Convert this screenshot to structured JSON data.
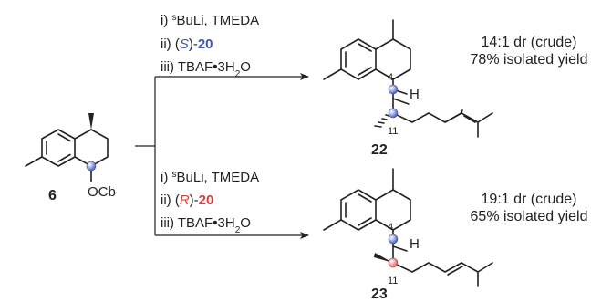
{
  "start": {
    "label": "6",
    "oxygen_group": "OCb"
  },
  "top": {
    "conditions": [
      {
        "prefix": "i) ",
        "sup": "s",
        "rest": "BuLi, TMEDA"
      },
      {
        "prefix": "ii) (",
        "ital": "S",
        "mid": ")-",
        "num": "20",
        "color": "#3b57b8"
      },
      {
        "prefix": "iii) TBAF",
        "dot": "•",
        "rest": "3H",
        "sub": "2",
        "rest2": "O"
      }
    ],
    "product_label": "22",
    "dr": "14:1 dr (crude)",
    "yield": "78% isolated yield",
    "H_label": "H",
    "pos4": "4",
    "pos11": "11",
    "atom_colors": {
      "c4": "#5b73c7",
      "c11": "#5b73c7"
    }
  },
  "bottom": {
    "conditions": [
      {
        "prefix": "i) ",
        "sup": "s",
        "rest": "BuLi, TMEDA"
      },
      {
        "prefix": "ii) (",
        "ital": "R",
        "mid": ")-",
        "num": "20",
        "color": "#e03c3c"
      },
      {
        "prefix": "iii) TBAF",
        "dot": "•",
        "rest": "3H",
        "sub": "2",
        "rest2": "O"
      }
    ],
    "product_label": "23",
    "dr": "19:1 dr (crude)",
    "yield": "65% isolated yield",
    "H_label": "H",
    "pos4": "4",
    "pos11": "11",
    "atom_colors": {
      "c4": "#5b73c7",
      "c11": "#e07a7a"
    }
  }
}
